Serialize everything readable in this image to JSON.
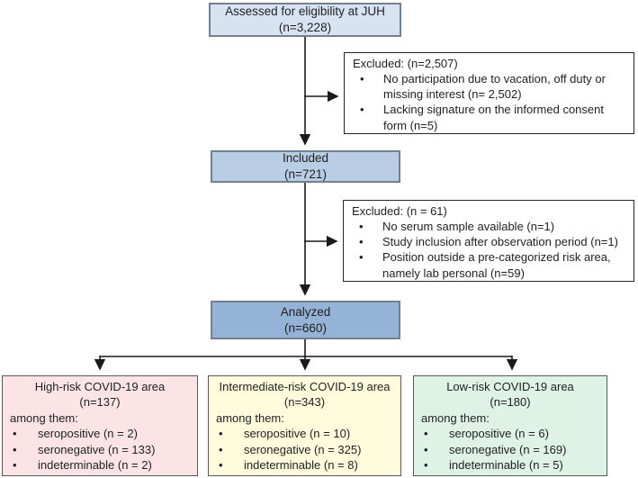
{
  "assessed": {
    "line1": "Assessed for eligibility at JUH",
    "n": "(n=3,228)"
  },
  "excluded1": {
    "header": "Excluded: (n=2,507)",
    "items": [
      "No participation due to vacation, off duty or missing interest (n= 2,502)",
      "Lacking signature on the informed consent form (n=5)"
    ]
  },
  "included": {
    "line1": "Included",
    "n": "(n=721)"
  },
  "excluded2": {
    "header": "Excluded: (n = 61)",
    "items": [
      "No serum sample available (n=1)",
      "Study inclusion after observation period (n=1)",
      "Position outside a pre-categorized risk area, namely lab personal (n=59)"
    ]
  },
  "analyzed": {
    "line1": "Analyzed",
    "n": "(n=660)"
  },
  "groups": [
    {
      "title": "High-risk COVID-19 area",
      "n": "(n=137)",
      "among_label": "among them:",
      "items": [
        "seropositive (n = 2)",
        "seronegative (n = 133)",
        "indeterminable (n = 2)"
      ],
      "fill": "#fce4e6"
    },
    {
      "title": "Intermediate-risk COVID-19 area",
      "n": "(n=343)",
      "among_label": "among them:",
      "items": [
        "seropositive (n = 10)",
        "seronegative (n = 325)",
        "indeterminable (n = 8)"
      ],
      "fill": "#fffbdc"
    },
    {
      "title": "Low-risk COVID-19 area",
      "n": "(n=180)",
      "among_label": "among them:",
      "items": [
        "seropositive (n = 6)",
        "seronegative (n = 169)",
        "indeterminable (n = 5)"
      ],
      "fill": "#def2e6"
    }
  ],
  "colors": {
    "assessed_fill": "#d8e3f2",
    "included_fill": "#b9cde4",
    "analyzed_fill": "#95b3d7",
    "arrow": "#1a1a1a"
  }
}
